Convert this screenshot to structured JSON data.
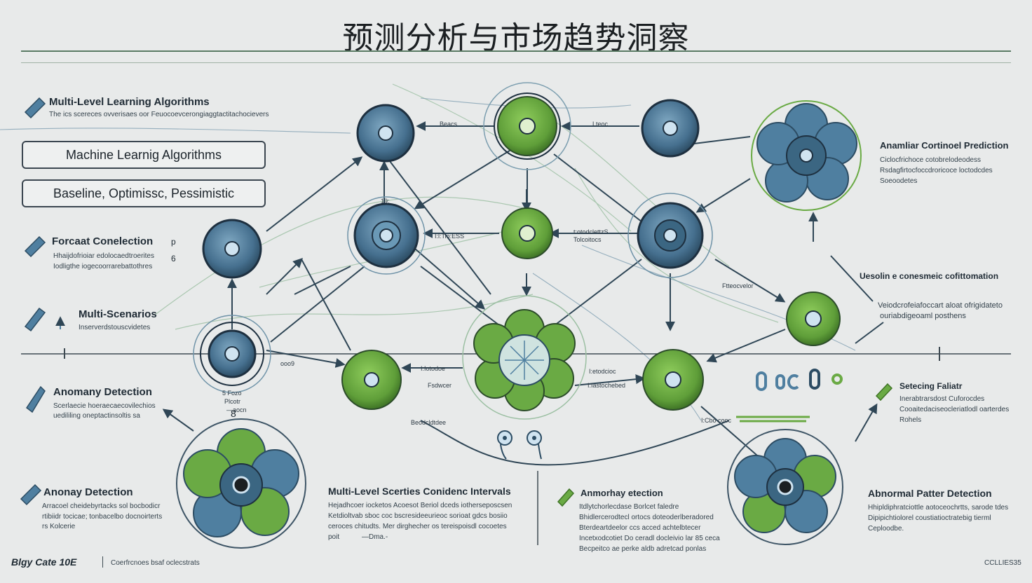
{
  "title": "预测分析与市场趋势洞察",
  "colors": {
    "blue": "#4f7fa0",
    "green": "#6aaa44",
    "dark": "#1e3040",
    "line": "#3e4a52"
  },
  "left": {
    "item1": {
      "title": "Multi-Level Learning Algorithms",
      "desc": "The ics scereces ovverisaes oor Feuocoevcerongiaggtactitachocievers"
    },
    "box1": "Machine Learnig Algorithms",
    "box2": "Baseline, Optimissc,  Pessimistic",
    "item2": {
      "title": "Forcaat Conelection",
      "desc1": "Hhaijdofrioiar edolocaedtroerites",
      "desc2": "Iodligthe iogecoorrarebattothres"
    },
    "item3": {
      "title": "Multi-Scenarios",
      "desc": "Inserverdstouscvidetes"
    },
    "item4": {
      "title": "Anomany Detection",
      "desc1": "Scerlaecie hoeraecaecovilechios",
      "desc2": "uedililing oneptactinsoltis sa"
    },
    "item5": {
      "title": "Anonay Detection",
      "desc1": "Arracoel cheidebyrtacks sol bocbodicr",
      "desc2": "rtibiidr tocicae; tonbacelbo docnoirterts",
      "desc3": "rs Kolcerie"
    }
  },
  "right": {
    "item1": {
      "title": "Anamliar Cortinoel Prediction",
      "desc1": "Ciclocfrichoce cotobrelodeodess",
      "desc2": "Rsdagfirtocfoccdroricoce loctodcdes",
      "desc3": "Soeoodetes"
    },
    "item2": {
      "title": "Uesolin e conesmeic cofittomation"
    },
    "item3": {
      "desc1": "Veiodcrofeiafoccart aloat ofrigidateto",
      "desc2": "ouriabdigeoaml posthens"
    },
    "item4": {
      "title": "Setecing Faliatr",
      "desc1": "Inerabtrarsdost  Cuforocdes",
      "desc2": "Cooaitedaciseocleriatlodl oarterdes",
      "desc3": "Rohels"
    },
    "item5": {
      "title": "Abnormal Patter Detection",
      "desc1": "Hhipldiphratciottle aotoceochrtts, sarode tdes",
      "desc2": "Dipipichtiolorel coustiatioctratebig tierml",
      "desc3": "Ceploodbe."
    }
  },
  "bottom": {
    "center": {
      "title": "Multi-Level Scerties Conidenc Intervals",
      "desc1": "Hejadhcoer iocketos Acoesot Beriol dceds iotherseposcsen",
      "desc2": "Ketdioltvab  sboc coc bscresideeurieoc sorioat gdcs bosiio",
      "desc3": "ceroces chitudts.   Mer dirghecher os tereispoisdl cocoetes",
      "desc4": "poit",
      "desc5": "—Dma.-"
    },
    "mid": {
      "title": "Anmorhay etection",
      "desc1": "Itdlytchorlecdase  Borlcet faledre",
      "desc2": "Bhidlercerodtecl ortocs doteoderlberadored",
      "desc3": "Bterdeartdeelor  ccs acced achtelbtecer",
      "desc4": "Incetxodcotiet Do ceradl docleivio  lar 85 ceca",
      "desc5": "Becpeitco ae perke aldb adretcad ponlas"
    },
    "footer_left": "Blgy Cate 10E",
    "footer_desc": "Coerfrcnoes bsaf oclecstrats",
    "footer_right": "CCLLIES35"
  },
  "diagram_labels": {
    "a": "Beacs",
    "b": "Lteoc",
    "c": "I:l:Tio:ESS",
    "d": "t:otodclettzS",
    "e": "Tolcoitocs",
    "f": "I:Iotodoe",
    "g": "I:etodcioc",
    "h": "I:Iastochebed",
    "i": "Fsdwcer",
    "j": "ooo9",
    "k": "5 Fozo",
    "l": "Plcotr",
    "m": "Beodcldtdee",
    "n": "I:Cbo cooc",
    "o": "Ftteocvelor",
    "p": "—aocn",
    "q": "19:",
    "r": "8",
    "s": "p",
    "t": "6",
    "u": "0 0 c 0"
  }
}
